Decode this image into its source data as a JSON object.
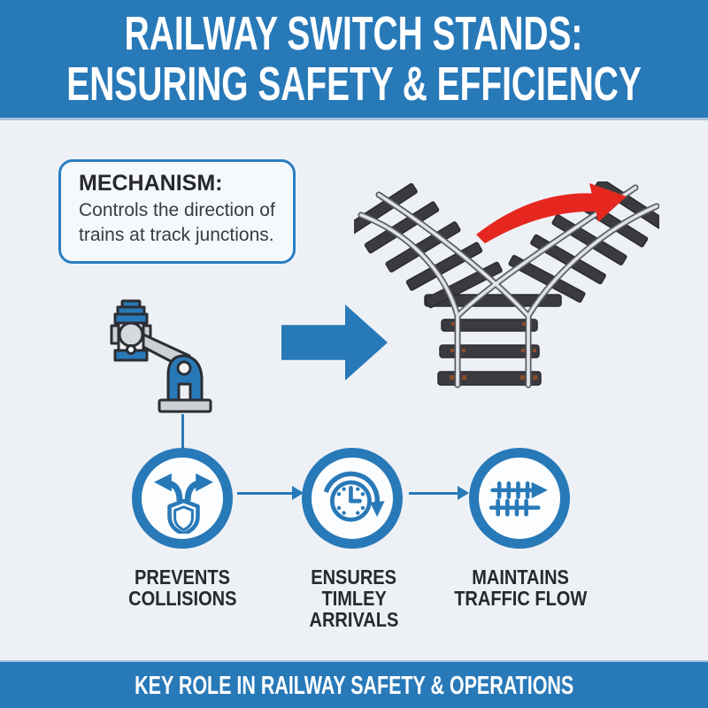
{
  "header": {
    "line1": "RAILWAY SWITCH STANDS:",
    "line2": "ENSURING SAFETY & EFFICIENCY"
  },
  "mechanism": {
    "title": "MECHANISM:",
    "body_lines": [
      "Controls the direction of",
      "trains at track junctions."
    ]
  },
  "diagram": {
    "switch_stand_icon": "switch-stand",
    "track_junction_icon": "track-junction",
    "flow_arrow_icon": "right-arrow",
    "direction_arrow_icon": "curved-red-arrow"
  },
  "benefits": [
    {
      "icon": "diverging-arrows-shield",
      "lines": [
        "PREVENTS",
        "COLLISIONS"
      ]
    },
    {
      "icon": "clock-history",
      "lines": [
        "ENSURES",
        "TIMLEY",
        "ARRIVALS"
      ]
    },
    {
      "icon": "railway-flow-arrows",
      "lines": [
        "MAINTAINS",
        "TRAFFIC FLOW"
      ]
    }
  ],
  "footer": {
    "text": "KEY ROLE IN RAILWAY SAFETY & OPERATIONS"
  },
  "colors": {
    "primary_blue": "#2879b8",
    "red_arrow": "#e5271f",
    "background": "#edf1f6",
    "text_dark": "#26292e",
    "sleeper_dark": "#3a3a3f",
    "rail_gray": "#c9ccd2"
  }
}
